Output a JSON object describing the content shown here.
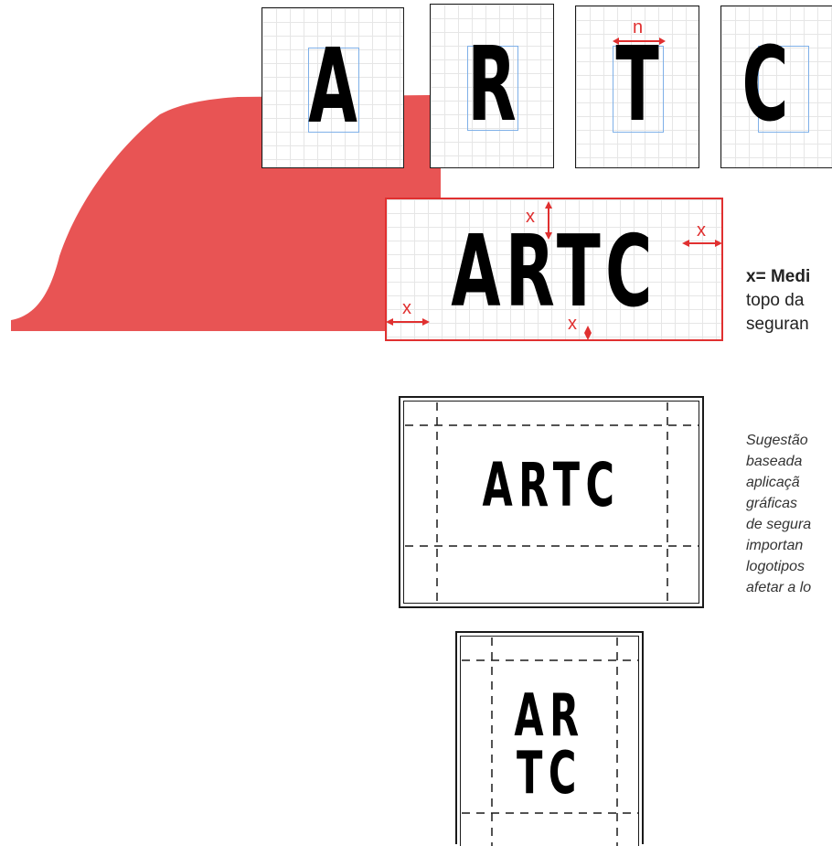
{
  "brand": {
    "accent_color": "#e85454",
    "marker_color": "#e03030"
  },
  "letters": [
    {
      "char": "A"
    },
    {
      "char": "R"
    },
    {
      "char": "T",
      "marker": "n"
    },
    {
      "char": "C"
    }
  ],
  "clearspace": {
    "logo_text": "ARTC",
    "marker": "x",
    "caption_lines": [
      "x= Medi",
      "topo da",
      "seguran"
    ]
  },
  "suggestion": {
    "lines": [
      "Sugestão",
      "baseada",
      "aplicaçã",
      "gráficas",
      "de segura",
      "importan",
      "logotipos",
      "afetar a lo"
    ]
  },
  "horizontal_logo": {
    "text": "ARTC"
  },
  "stacked_logo": {
    "line1": "AR",
    "line2": "TC"
  }
}
